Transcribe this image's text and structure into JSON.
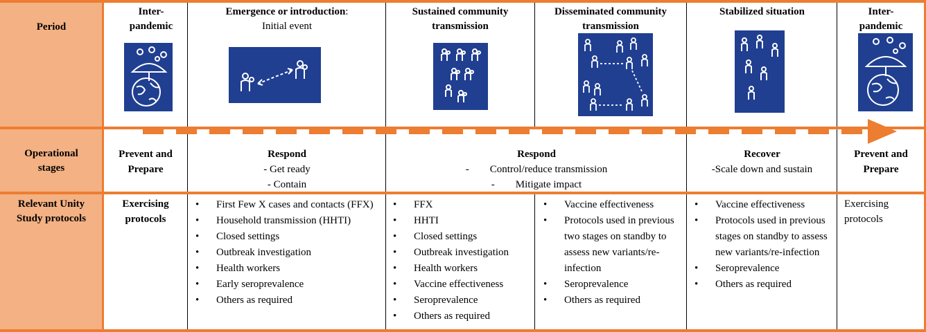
{
  "row_labels": {
    "period": "Period",
    "operational": "Operational stages",
    "protocols": "Relevant Unity Study protocols"
  },
  "periods": [
    {
      "title": "Inter-pandemic",
      "subtitle": "",
      "icon": "globe-umbrella-virus-icon"
    },
    {
      "title": "Emergence or introduction",
      "subtitle": "Initial event",
      "icon": "two-people-virus-arrow-icon"
    },
    {
      "title": "Sustained community transmission",
      "subtitle": "",
      "icon": "small-group-virus-icon"
    },
    {
      "title": "Disseminated community transmission",
      "subtitle": "",
      "icon": "network-people-virus-icon"
    },
    {
      "title": "Stabilized situation",
      "subtitle": "",
      "icon": "scattered-people-icon"
    },
    {
      "title": "Inter-pandemic",
      "subtitle": "",
      "icon": "globe-umbrella-virus-icon"
    }
  ],
  "operational_stages": [
    {
      "title": "Prevent and Prepare",
      "items": []
    },
    {
      "title": "Respond",
      "items": [
        "- Get ready",
        "- Contain"
      ]
    },
    {
      "title": "Respond",
      "items": [
        "-        Control/reduce transmission",
        "-        Mitigate impact"
      ]
    },
    {
      "title": "Recover",
      "items": [
        "-Scale down and sustain"
      ]
    },
    {
      "title": "Prevent and Prepare",
      "items": []
    }
  ],
  "protocols": {
    "col1": "Exercising protocols",
    "col2": [
      "First Few X cases and contacts (FFX)",
      "Household transmission (HHTI)",
      "Closed settings",
      "Outbreak investigation",
      "Health workers",
      "Early seroprevalence",
      "Others as required"
    ],
    "col3": [
      "FFX",
      "HHTI",
      "Closed settings",
      "Outbreak investigation",
      "Health workers",
      "Vaccine effectiveness",
      "Seroprevalence",
      "Others as required"
    ],
    "col4": [
      "Vaccine effectiveness",
      "Protocols used in previous two stages on standby to assess new variants/re-infection",
      "Seroprevalence",
      "Others as required"
    ],
    "col5": [
      "Vaccine effectiveness",
      "Protocols used in previous stages on standby to assess new variants/re-infection",
      "Seroprevalence",
      "Others as required"
    ],
    "col6": "Exercising protocols"
  },
  "colors": {
    "accent": "#ed7d31",
    "label_fill": "#f4b183",
    "icon_bg": "#203f91"
  }
}
